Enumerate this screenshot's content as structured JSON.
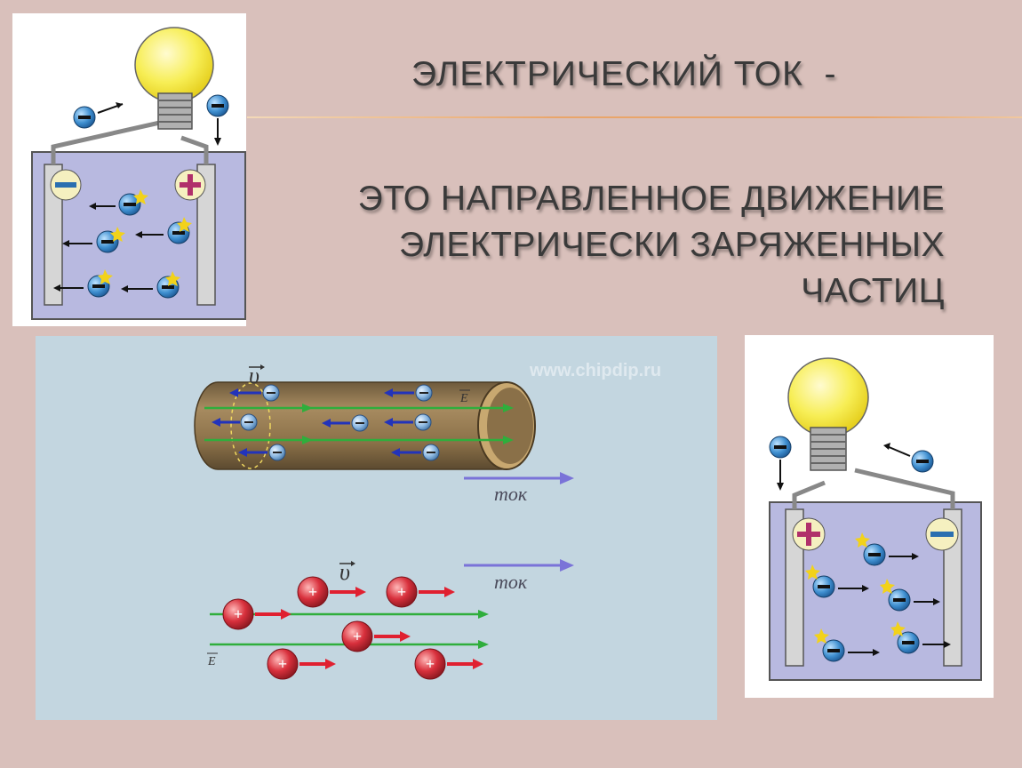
{
  "slide": {
    "title": "ЭЛЕКТРИЧЕСКИЙ ТОК  -",
    "subtitle_line1": "ЭТО НАПРАВЛЕННОЕ ДВИЖЕНИЕ",
    "subtitle_line2": "ЭЛЕКТРИЧЕСКИ ЗАРЯЖЕННЫХ ЧАСТИЦ"
  },
  "wire_diagram": {
    "watermark": "www.chipdip.ru",
    "velocity_symbol": "υ",
    "field_symbol": "E",
    "current_label_top": "ток",
    "current_label_bottom": "ток"
  },
  "colors": {
    "background": "#d9c0bb",
    "accent_rule": "#e9a56a",
    "electron_blue": "#3f8fd0",
    "ion_red": "#d8303c",
    "field_green": "#2fae3c",
    "velocity_arrow": "#2233bb",
    "current_arrow": "#7a73d8"
  }
}
